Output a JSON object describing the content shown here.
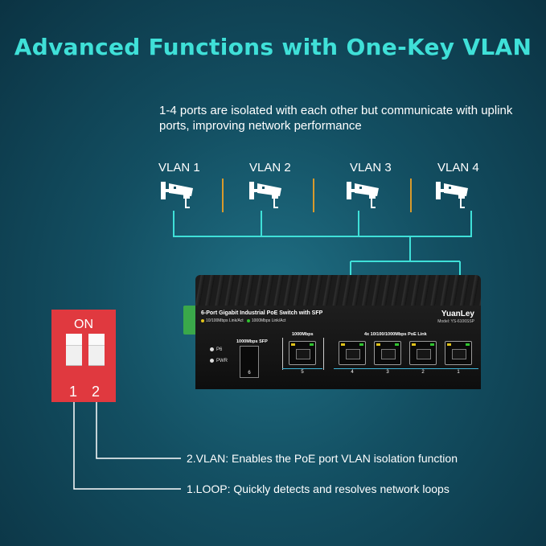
{
  "title": "Advanced Functions with One-Key VLAN",
  "subtitle": "1-4 ports are isolated with each other but communicate with uplink ports, improving network performance",
  "vlans": [
    "VLAN 1",
    "VLAN 2",
    "VLAN 3",
    "VLAN 4"
  ],
  "switch": {
    "title": "6-Port Gigabit Industrial PoE Switch with SFP",
    "legend_yellow": "10/100Mbps Link/Act",
    "legend_green": "1000Mbps Link/Act",
    "brand": "YuanLey",
    "model": "Model: YS-6106SSP",
    "led_p6": "P6",
    "led_pwr": "PWR",
    "sfp_label": "1000Mbps SFP",
    "sfp_port": "6",
    "uplink_label": "1000Mbps",
    "uplink_port": "5",
    "poe_label": "4x 10/100/1000Mbps PoE Link",
    "poe_ports": [
      "4",
      "3",
      "2",
      "1"
    ]
  },
  "dip": {
    "on_label": "ON",
    "switch_1": "1",
    "switch_2": "2"
  },
  "notes": {
    "vlan": "2.VLAN: Enables the PoE port VLAN isolation function",
    "loop": "1.LOOP: Quickly detects and resolves network loops"
  },
  "colors": {
    "accent": "#3fe0d8",
    "separator": "#d89a2c",
    "dip": "#e0393f"
  },
  "icons": [
    "camera-icon"
  ]
}
